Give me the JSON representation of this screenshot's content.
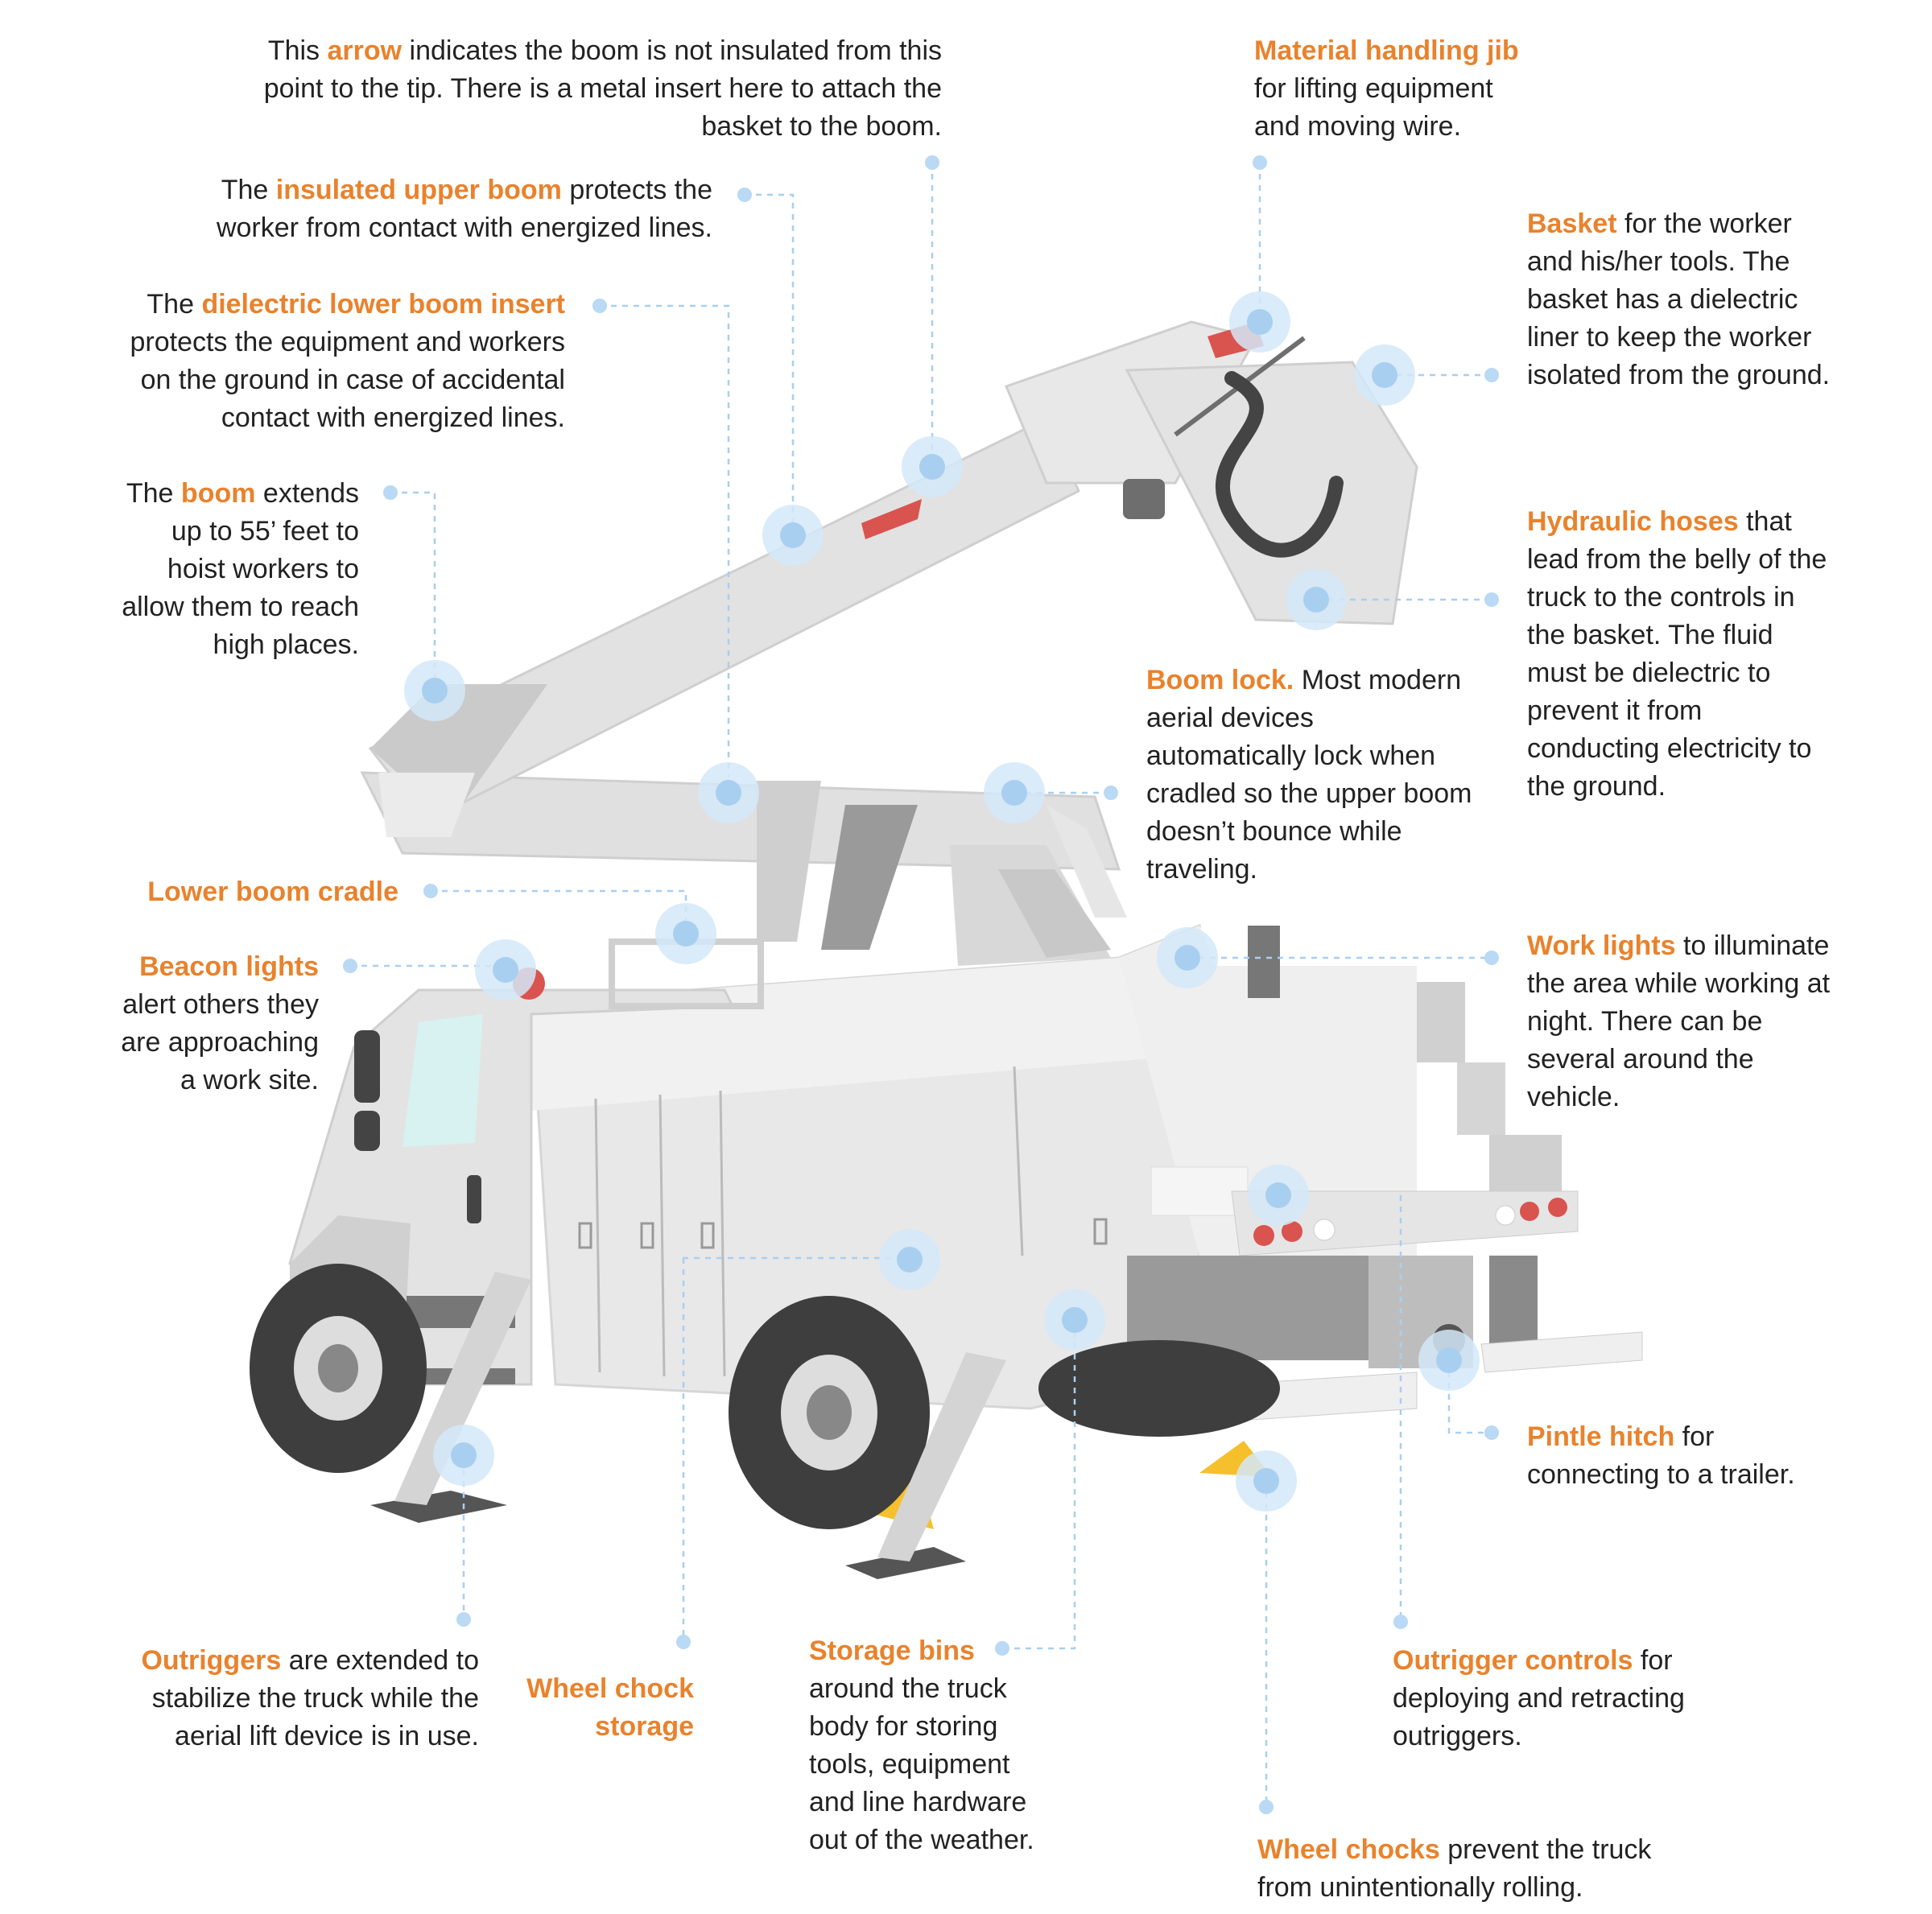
{
  "colors": {
    "highlight": "#e9822c",
    "body_text": "#222222",
    "truck_light": "#e6e6e6",
    "truck_mid": "#cfcfcf",
    "truck_dark": "#6e6e6e",
    "tire": "#404040",
    "marker": "#b9d9f4",
    "arrow_red": "#d9534f",
    "chock_yellow": "#f5c02c"
  },
  "callouts": {
    "arrow": {
      "pre": "This ",
      "hl": "arrow",
      "post": " indicates the boom is not insulated from this point to the tip. There is a metal insert here to attach the basket to the boom."
    },
    "upper_boom": {
      "pre": "The ",
      "hl": "insulated upper boom",
      "post": " protects the worker from contact with energized lines."
    },
    "lower_insert": {
      "pre": "The ",
      "hl": "dielectric lower boom insert",
      "post": " protects the equipment and workers on the ground in case of accidental contact with energized lines."
    },
    "boom": {
      "pre": "The ",
      "hl": "boom",
      "post": " extends up to 55’ feet to hoist workers to allow them to reach high places."
    },
    "cradle": {
      "hl": "Lower boom cradle"
    },
    "beacon": {
      "hl": "Beacon lights",
      "post": " alert others they are approaching a work site."
    },
    "outriggers": {
      "hl": "Outriggers",
      "post": " are extended to stabilize the truck while the aerial lift device is in use."
    },
    "chock_storage": {
      "hl": "Wheel chock storage"
    },
    "storage_bins": {
      "hl": "Storage bins",
      "post": " around the truck body for storing tools, equipment and line hardware out of the weather."
    },
    "jib": {
      "hl": "Material handling jib",
      "post": " for lifting equipment and moving wire."
    },
    "basket": {
      "hl": "Basket",
      "post": " for the worker and his/her tools. The basket has a dielectric liner to keep the worker isolated from the ground."
    },
    "hoses": {
      "hl": "Hydraulic hoses",
      "post": " that lead from the belly of the truck to the controls in the basket. The fluid must be dielectric to prevent it from conducting electricity to the ground."
    },
    "boom_lock": {
      "hl": "Boom lock.",
      "post": " Most modern aerial devices automatically lock when cradled so the upper boom doesn’t bounce while traveling."
    },
    "work_lights": {
      "hl": "Work lights",
      "post": " to illuminate the area while working at night. There can be several around the vehicle."
    },
    "pintle": {
      "hl": "Pintle hitch",
      "post": " for connecting to a trailer."
    },
    "outrigger_controls": {
      "hl": "Outrigger controls",
      "post": " for deploying and retracting outriggers."
    },
    "chocks": {
      "hl": "Wheel chocks",
      "post": " prevent the truck from unintentionally rolling."
    }
  }
}
